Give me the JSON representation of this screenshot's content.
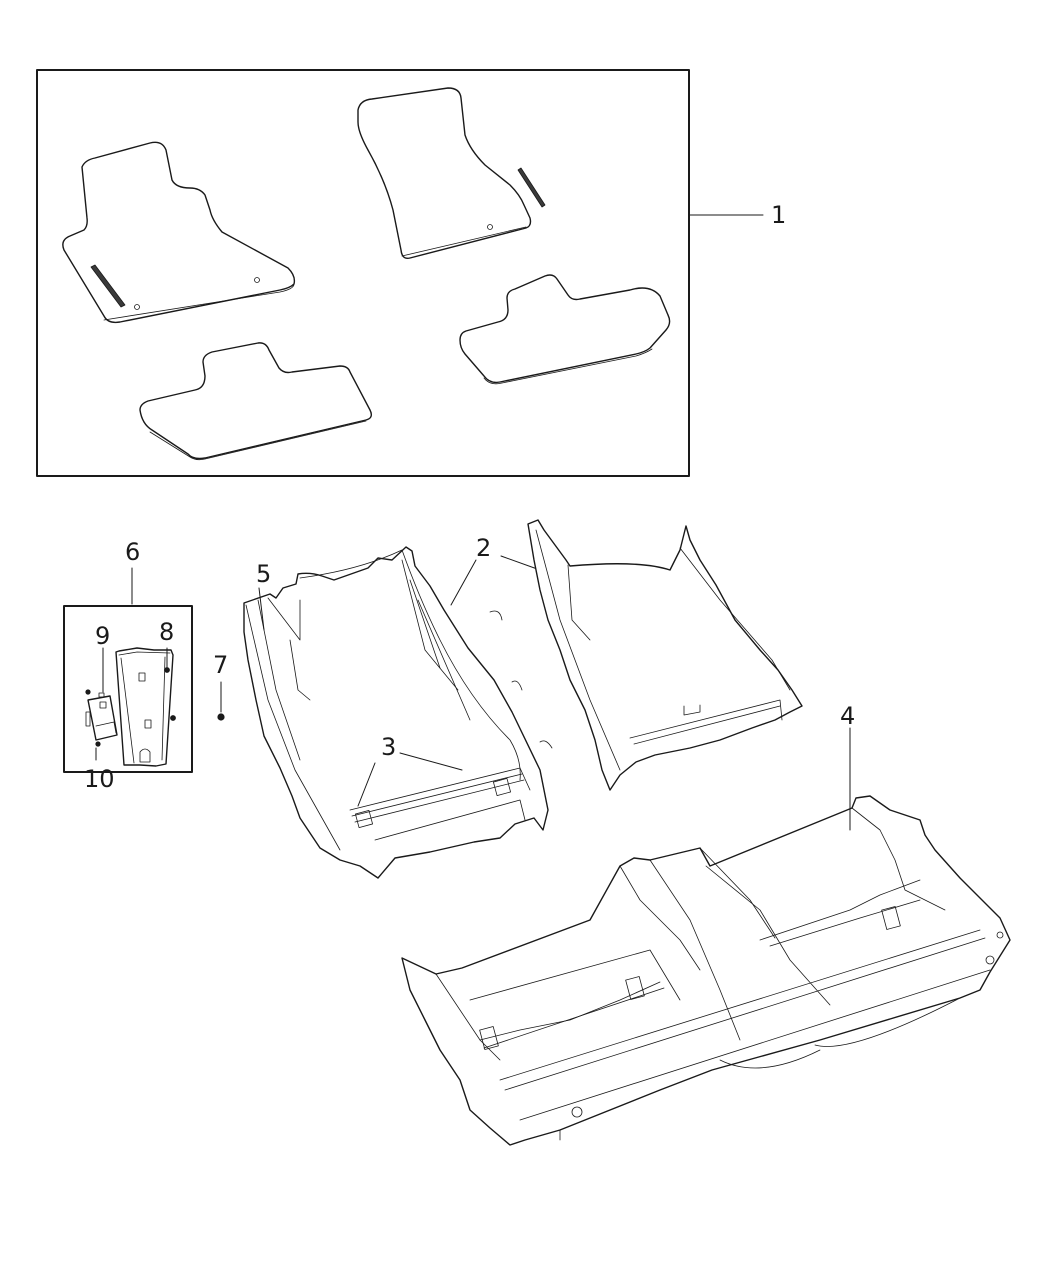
{
  "diagram": {
    "type": "exploded-parts-diagram",
    "subject": "Floor carpet and floor mats",
    "callouts": [
      {
        "id": "1",
        "label": "1",
        "part": "floor-mat-kit"
      },
      {
        "id": "2",
        "label": "2",
        "part": "front-floor-carpet-halves"
      },
      {
        "id": "3",
        "label": "3",
        "part": "carpet-retainers"
      },
      {
        "id": "4",
        "label": "4",
        "part": "rear-floor-carpet"
      },
      {
        "id": "5",
        "label": "5",
        "part": "front-floor-carpet-left"
      },
      {
        "id": "6",
        "label": "6",
        "part": "module-kit"
      },
      {
        "id": "7",
        "label": "7",
        "part": "fastener"
      },
      {
        "id": "8",
        "label": "8",
        "part": "nut"
      },
      {
        "id": "9",
        "label": "9",
        "part": "module"
      },
      {
        "id": "10",
        "label": "10",
        "part": "screw"
      }
    ]
  },
  "colors": {
    "line": "#1a1a1a",
    "background": "#ffffff"
  }
}
